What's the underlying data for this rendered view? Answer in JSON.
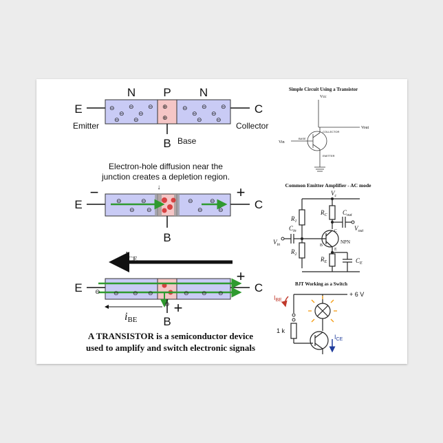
{
  "colors": {
    "n_region": "#c9cbf5",
    "p_region": "#f5c6c6",
    "green_arrow": "#2f9a2f",
    "red_hole": "#d22a2a",
    "orange_current": "#c0392b",
    "blue_current": "#1f3c9c"
  },
  "diagram1": {
    "n1": "N",
    "p": "P",
    "n2": "N",
    "e": "E",
    "c": "C",
    "b": "B",
    "emitter": "Emitter",
    "collector": "Collector",
    "base": "Base",
    "minus": "⊖",
    "plus": "⊕"
  },
  "diagram2": {
    "caption_line1": "Electron-hole diffusion near the",
    "caption_line2": "junction creates a depletion region.",
    "arrow": "↓",
    "e": "E",
    "c": "C",
    "b": "B",
    "minus_sign": "−",
    "plus_sign": "+"
  },
  "diagram3": {
    "ice": "i",
    "ice_sub": "CE",
    "ibe": "i",
    "ibe_sub": "BE",
    "e": "E",
    "c": "C",
    "b": "B",
    "plus_sign": "+",
    "minus_sign": "⊖"
  },
  "caption": {
    "line1": "A TRANSISTOR is a semiconductor device",
    "line2": "used to amplify and switch electronic signals"
  },
  "circuit1": {
    "title": "Simple Circuit Using a Transistor",
    "vcc": "Vcc",
    "vout": "Vout",
    "vin": "Vin",
    "collector": "COLLECTOR",
    "base": "BASE",
    "emitter": "EMITTER"
  },
  "circuit2": {
    "title": "Common Emitter Amplifier - AC mode",
    "vc": "V",
    "vc_sub": "c",
    "r1": "R",
    "r1_sub": "1",
    "r2": "R",
    "r2_sub": "2",
    "rc": "R",
    "rc_sub": "C",
    "re": "R",
    "re_sub": "E",
    "cin": "C",
    "cin_sub": "in",
    "cout": "C",
    "cout_sub": "out",
    "ce": "C",
    "ce_sub": "E",
    "vin": "V",
    "vin_sub": "in",
    "vout": "V",
    "vout_sub": "out",
    "npn": "NPN",
    "b": "B",
    "c": "C",
    "e": "E"
  },
  "circuit3": {
    "title": "BJT Working as a Switch",
    "ibe": "I",
    "ibe_sub": "BE",
    "ice": "I",
    "ice_sub": "CE",
    "supply": "+ 6 V",
    "resistor": "1 k"
  }
}
